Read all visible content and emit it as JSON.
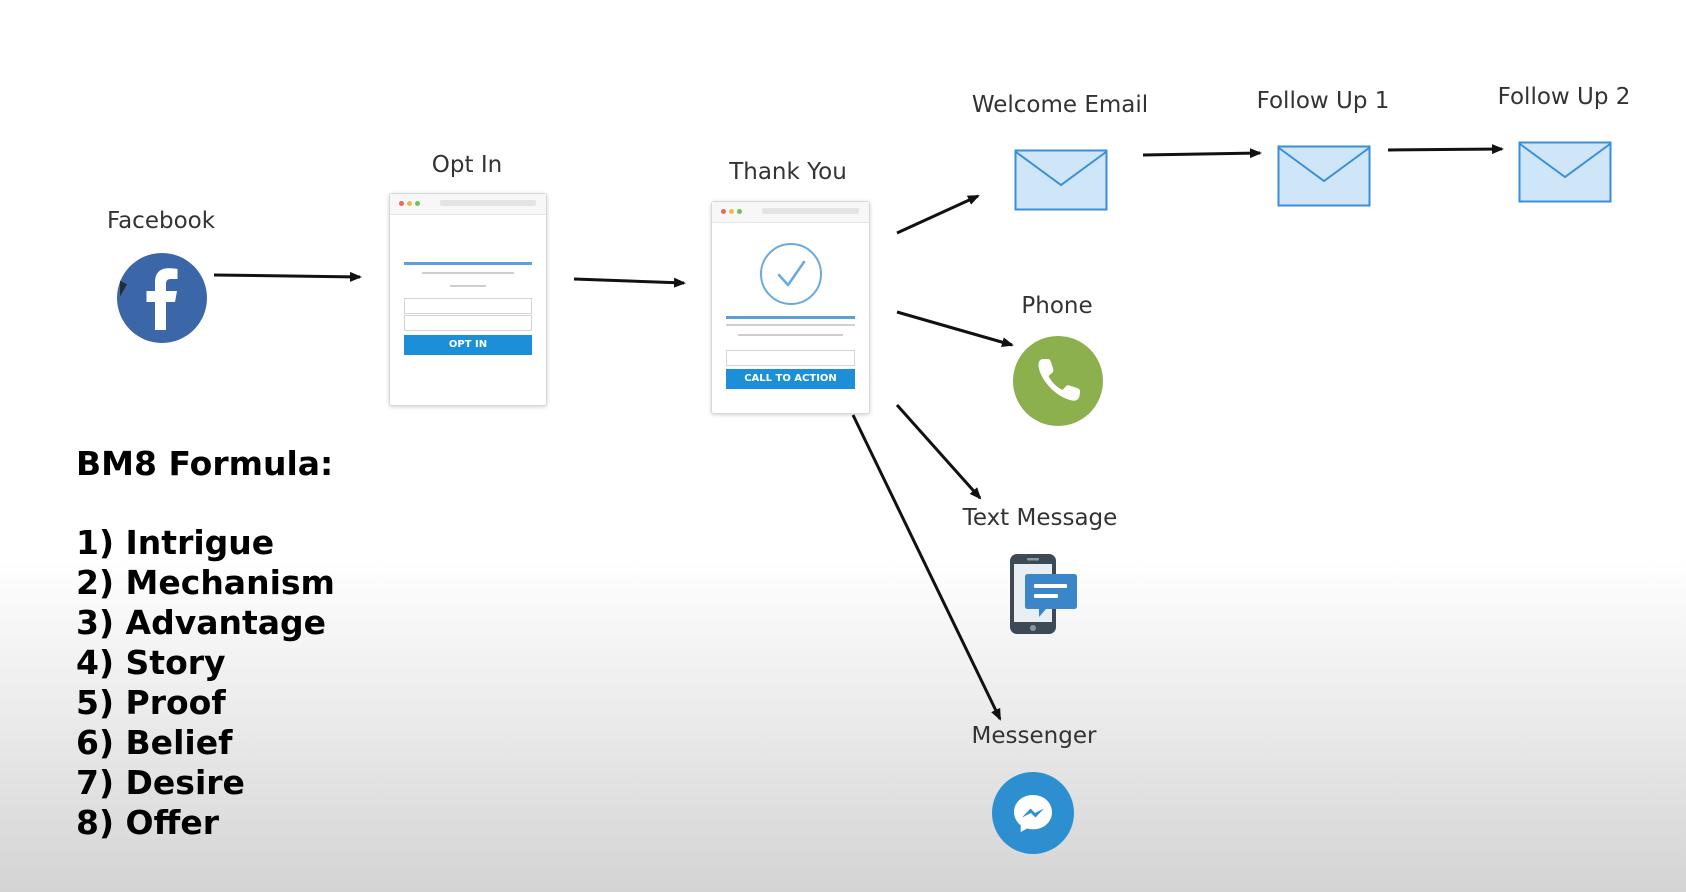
{
  "nodes": {
    "facebook": {
      "label": "Facebook",
      "icon": "facebook-icon",
      "color": "#3b66a8"
    },
    "opt_in": {
      "label": "Opt In",
      "button_label": "OPT IN"
    },
    "thank_you": {
      "label": "Thank You",
      "button_label": "CALL TO ACTION"
    },
    "welcome_email": {
      "label": "Welcome Email",
      "icon": "envelope-icon"
    },
    "follow_up_1": {
      "label": "Follow Up 1",
      "icon": "envelope-icon"
    },
    "follow_up_2": {
      "label": "Follow Up 2",
      "icon": "envelope-icon"
    },
    "phone": {
      "label": "Phone",
      "icon": "phone-icon",
      "color": "#8cb04e"
    },
    "text_message": {
      "label": "Text Message",
      "icon": "chat-phone-icon",
      "color": "#3a86c8"
    },
    "messenger": {
      "label": "Messenger",
      "icon": "messenger-icon",
      "color": "#2d8fd0"
    }
  },
  "edges": [
    [
      "facebook",
      "opt_in"
    ],
    [
      "opt_in",
      "thank_you"
    ],
    [
      "thank_you",
      "welcome_email"
    ],
    [
      "welcome_email",
      "follow_up_1"
    ],
    [
      "follow_up_1",
      "follow_up_2"
    ],
    [
      "thank_you",
      "phone"
    ],
    [
      "thank_you",
      "text_message"
    ],
    [
      "thank_you",
      "messenger"
    ]
  ],
  "formula": {
    "title": "BM8 Formula:",
    "items": [
      "1) Intrigue",
      "2) Mechanism",
      "3) Advantage",
      "4) Story",
      "5) Proof",
      "6) Belief",
      "7) Desire",
      "8) Offer"
    ]
  },
  "colors": {
    "envelope_fill": "#cfe6f9",
    "envelope_stroke": "#3a8fd8",
    "cta_blue": "#1d8fd8",
    "arrow": "#111111"
  }
}
